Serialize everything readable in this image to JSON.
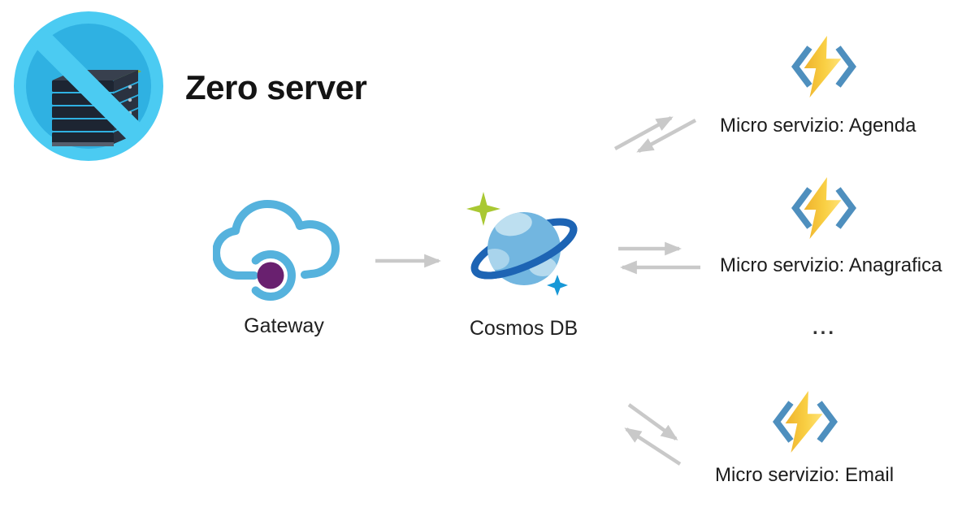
{
  "title": "Zero server",
  "nodes": {
    "no_server": {
      "icon": "no-server-icon",
      "meaning": "crossed-out server (serverless)"
    },
    "gateway": {
      "label": "Gateway",
      "icon": "api-gateway-cloud-icon"
    },
    "cosmos_db": {
      "label": "Cosmos DB",
      "icon": "cosmos-db-planet-icon"
    }
  },
  "microservices": [
    {
      "label": "Micro servizio: Agenda",
      "icon": "azure-functions-icon"
    },
    {
      "label": "Micro servizio: Anagrafica",
      "icon": "azure-functions-icon"
    },
    {
      "label": "Micro servizio: Email",
      "icon": "azure-functions-icon"
    }
  ],
  "ellipsis": "...",
  "edges": [
    {
      "from": "gateway",
      "to": "cosmos_db",
      "direction": "one-way"
    },
    {
      "from": "cosmos_db",
      "to": "micro-servizio-agenda",
      "direction": "two-way"
    },
    {
      "from": "cosmos_db",
      "to": "micro-servizio-anagrafica",
      "direction": "two-way"
    },
    {
      "from": "cosmos_db",
      "to": "micro-servizio-email",
      "direction": "two-way"
    }
  ],
  "colors": {
    "background": "#ffffff",
    "prohibition_cyan": "#4bcbf2",
    "prohibition_disc": "#2fb1e2",
    "server_dark": "#1d2532",
    "cloud_blue": "#55b2dd",
    "gateway_purple": "#69206f",
    "cosmos_ring_blue": "#1d64b4",
    "planet_blue": "#72b6e0",
    "star_green": "#a9c832",
    "star_blue": "#1798d7",
    "functions_gold": "#f2be33",
    "bracket_blue": "#4e8fbe",
    "arrow_gray": "#c9c9c9",
    "text_dark": "#141414"
  }
}
